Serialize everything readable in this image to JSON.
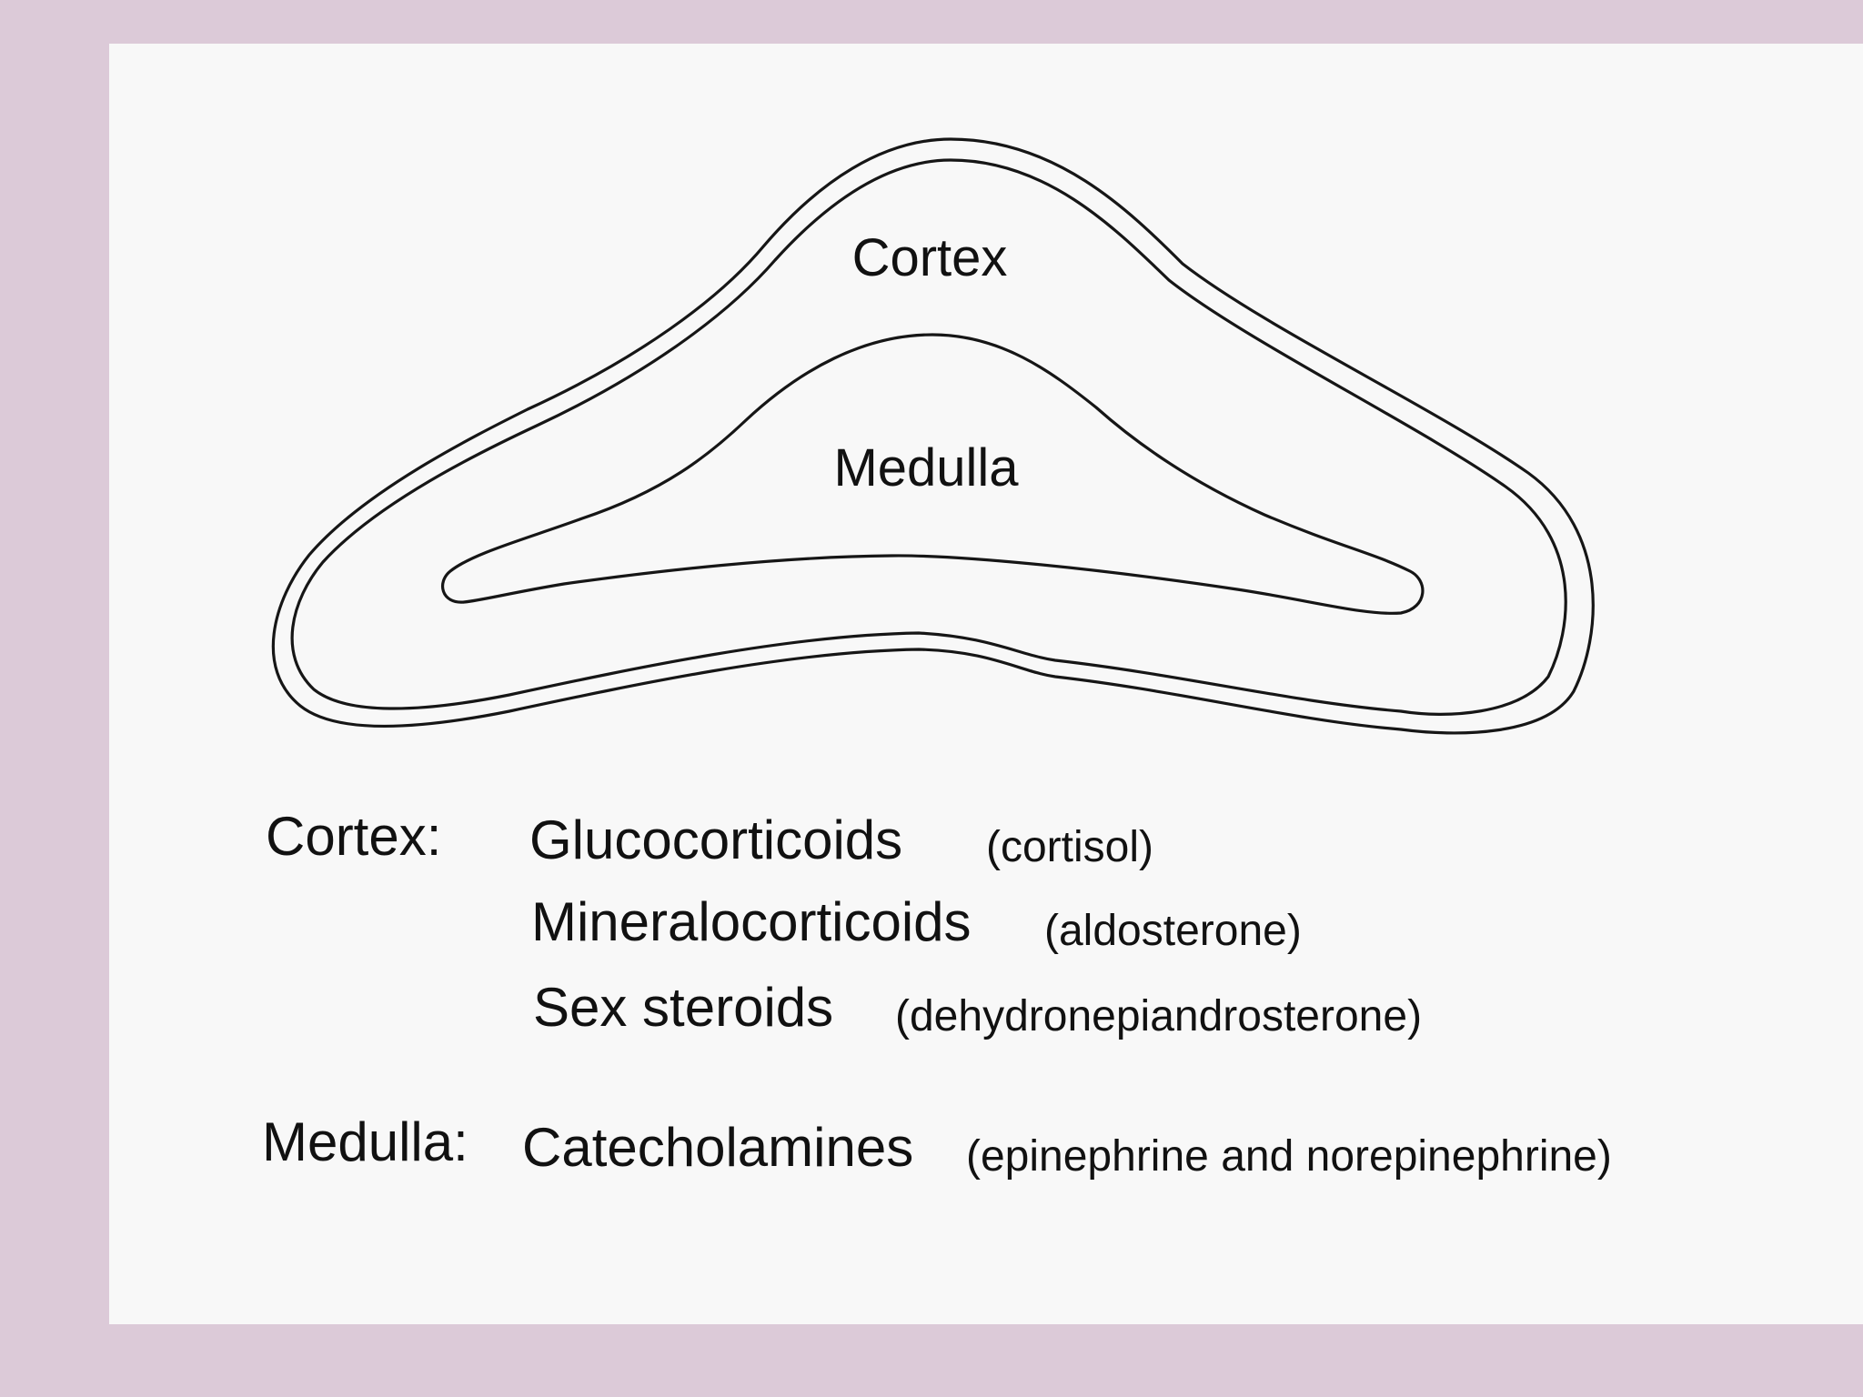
{
  "diagram": {
    "labels": {
      "cortex": "Cortex",
      "medulla": "Medulla"
    }
  },
  "legend": {
    "cortex": {
      "heading": "Cortex:",
      "items": [
        {
          "class": "Glucocorticoids",
          "example": "(cortisol)"
        },
        {
          "class": "Mineralocorticoids",
          "example": "(aldosterone)"
        },
        {
          "class": "Sex steroids",
          "example": "(dehydronepiandrosterone)"
        }
      ]
    },
    "medulla": {
      "heading": "Medulla:",
      "items": [
        {
          "class": "Catecholamines",
          "example": "(epinephrine and norepinephrine)"
        }
      ]
    }
  },
  "colors": {
    "background": "#dccad8",
    "sheet": "#f8f8f8",
    "ink": "#111111"
  }
}
